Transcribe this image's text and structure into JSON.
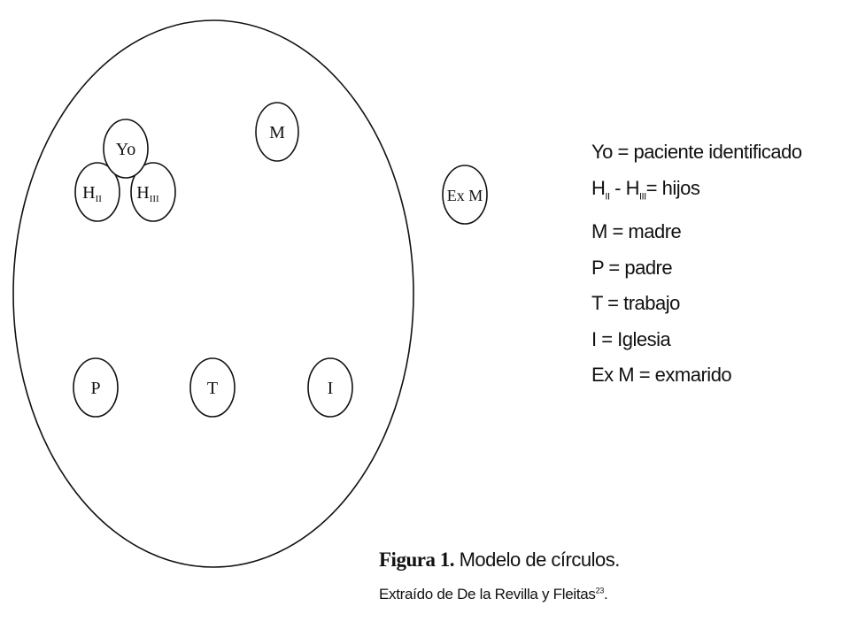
{
  "nodes": {
    "yo": {
      "text": "Yo"
    },
    "h1": {
      "text": "H",
      "sub": "II"
    },
    "h2": {
      "text": "H",
      "sub": "III"
    },
    "m": {
      "text": "M"
    },
    "exm": {
      "text": "Ex M"
    },
    "p": {
      "text": "P"
    },
    "t": {
      "text": "T"
    },
    "i": {
      "text": "I"
    }
  },
  "legend": {
    "yo": "Yo = paciente identificado",
    "h_prefix": "H",
    "h_sub1": "II",
    "h_mid": " - H",
    "h_sub2": "III",
    "h_suffix": "= hijos",
    "m": "M = madre",
    "p": "P = padre",
    "t": "T = trabajo",
    "i": "I = Iglesia",
    "exm": "Ex M = exmarido"
  },
  "caption": {
    "label": "Figura 1.",
    "title": " Modelo de círculos.",
    "source": "Extraído de De la Revilla y Fleitas",
    "source_ref": "23",
    "source_end": "."
  },
  "colors": {
    "stroke": "#111111",
    "background": "#ffffff"
  }
}
